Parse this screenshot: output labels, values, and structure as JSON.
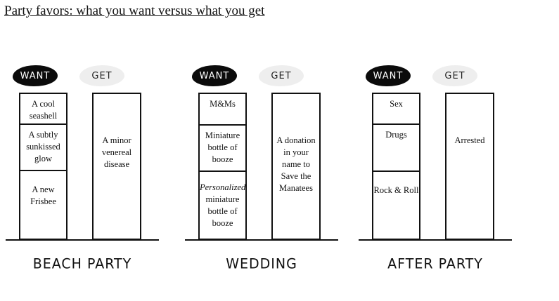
{
  "title": "Party favors: what you want versus what you get",
  "want_label": "WANT",
  "get_label": "GET",
  "parties": [
    {
      "name": "BEACH PARTY",
      "want": [
        "A cool seashell",
        "A subtly sunkissed glow",
        "A new Frisbee"
      ],
      "get": "A minor venereal disease"
    },
    {
      "name": "WEDDING",
      "want": [
        "M&Ms",
        "Miniature bottle of booze",
        "Personalized",
        "miniature bottle of booze"
      ],
      "get": "A donation in your name to Save the Manatees"
    },
    {
      "name": "AFTER PARTY",
      "want": [
        "Sex",
        "Drugs",
        "Rock & Roll"
      ],
      "get": "Arrested"
    }
  ]
}
